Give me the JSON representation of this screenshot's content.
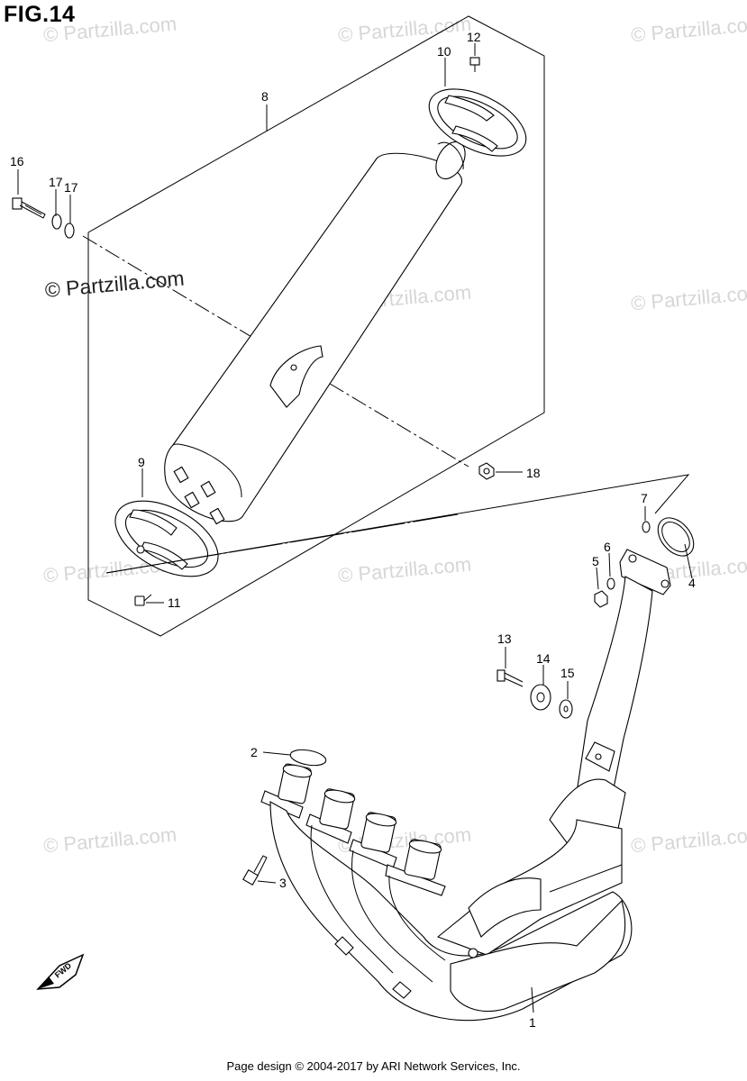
{
  "title": "FIG.14",
  "watermark": "© Partzilla.com",
  "watermark_main": "© Partzilla.com",
  "footer": "Page design © 2004-2017 by ARI Network Services, Inc.",
  "fwd_label": "FWD",
  "callouts": {
    "p1": "1",
    "p2": "2",
    "p3": "3",
    "p4": "4",
    "p5": "5",
    "p6": "6",
    "p7": "7",
    "p8": "8",
    "p9": "9",
    "p10": "10",
    "p11": "11",
    "p12": "12",
    "p13": "13",
    "p14": "14",
    "p15": "15",
    "p16": "16",
    "p17a": "17",
    "p17b": "17",
    "p18": "18"
  }
}
